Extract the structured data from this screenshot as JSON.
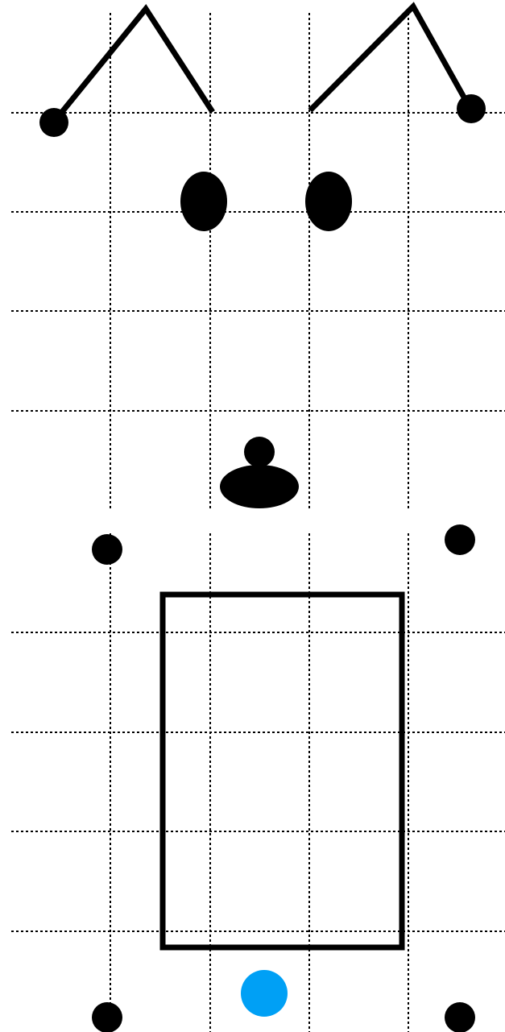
{
  "diagram": {
    "background_color": "#ffffff",
    "line_color": "#000000",
    "accent_color": "#00a0f5",
    "grid": {
      "style": "dotted",
      "horizontal_lines": 8,
      "vertical_lines": 4
    },
    "elements": [
      "left-ear-outline",
      "right-ear-outline",
      "left-ear-dot",
      "right-ear-dot",
      "left-eye",
      "right-eye",
      "nose-top-dot",
      "nose-base-ellipse",
      "upper-left-dot",
      "upper-right-dot",
      "body-rectangle",
      "blue-dot",
      "lower-left-dot",
      "lower-right-dot"
    ]
  }
}
